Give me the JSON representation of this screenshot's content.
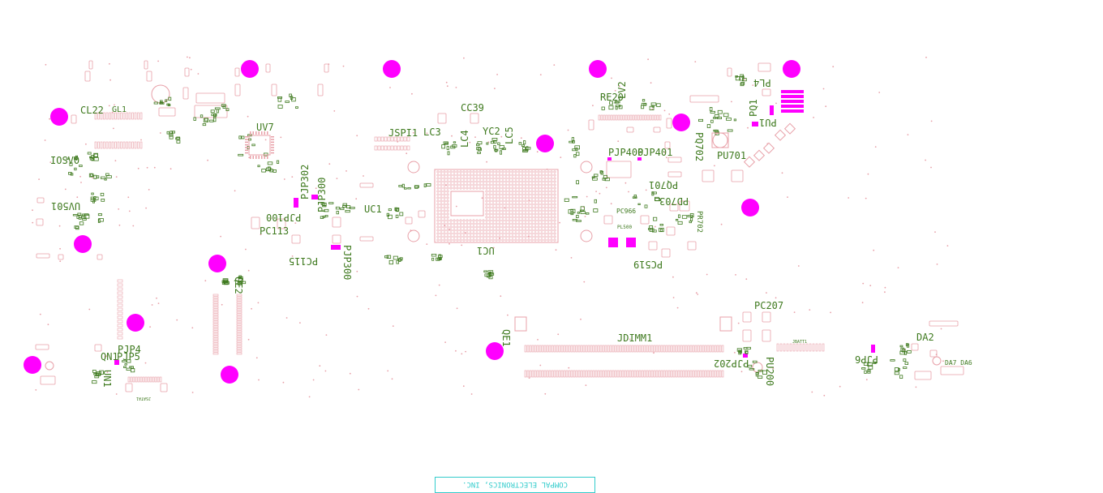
{
  "board": {
    "company_text": "COMPAL ELECTRONICS, INC.",
    "colors": {
      "background": "#ffffff",
      "pad_outline": "#e8a0a8",
      "silkscreen_text": "#3f7a1f",
      "mounting_hole": "#ff00ff",
      "highlight_pad": "#ff00ff",
      "title_block": "#33cccc"
    }
  },
  "labels": {
    "cl22": "CL22",
    "gl1": "GL1",
    "uv7": "UV7",
    "cc39": "CC39",
    "jspi1": "JSPI1",
    "lc3": "LC3",
    "lc4": "LC4",
    "yc2": "YC2",
    "lc5": "LC5",
    "re20": "RE20",
    "lv2": "LV2",
    "pjp400": "PJP400",
    "pjp401": "PJP401",
    "pq701": "PQ701",
    "pd703": "PD703",
    "uv501": "UV501",
    "iosv0": "IOSV0",
    "pjp302": "PJP302",
    "pjp300_a": "PJP300",
    "pjp300_b": "PJP300",
    "pjp100": "PJP100",
    "uc1_a": "UC1",
    "uc1_b": "UC1",
    "pc113": "PC113",
    "pc115": "PC115",
    "pc519": "PC519",
    "pc966": "PC966",
    "pu701": "PU701",
    "pq702": "PQ702",
    "pr702": "PR702",
    "pl4": "PL4",
    "pq1": "PQ1",
    "pu1": "PU1",
    "jdimm1": "JDIMM1",
    "pc207": "PC207",
    "pjp202": "PJP202",
    "pu200": "PU200",
    "da2": "DA2",
    "da7_da6": "DA7 DA6",
    "pjp6": "PJP6",
    "pjp4": "PJP4",
    "pjp5": "PJP5",
    "qn1": "QN1",
    "un1": "UN1",
    "qe2": "QE2",
    "qe1": "QE1",
    "pl500": "PL500",
    "tiny_jbatt1": "JBATT1",
    "tiny_sata": "JSATA1"
  }
}
